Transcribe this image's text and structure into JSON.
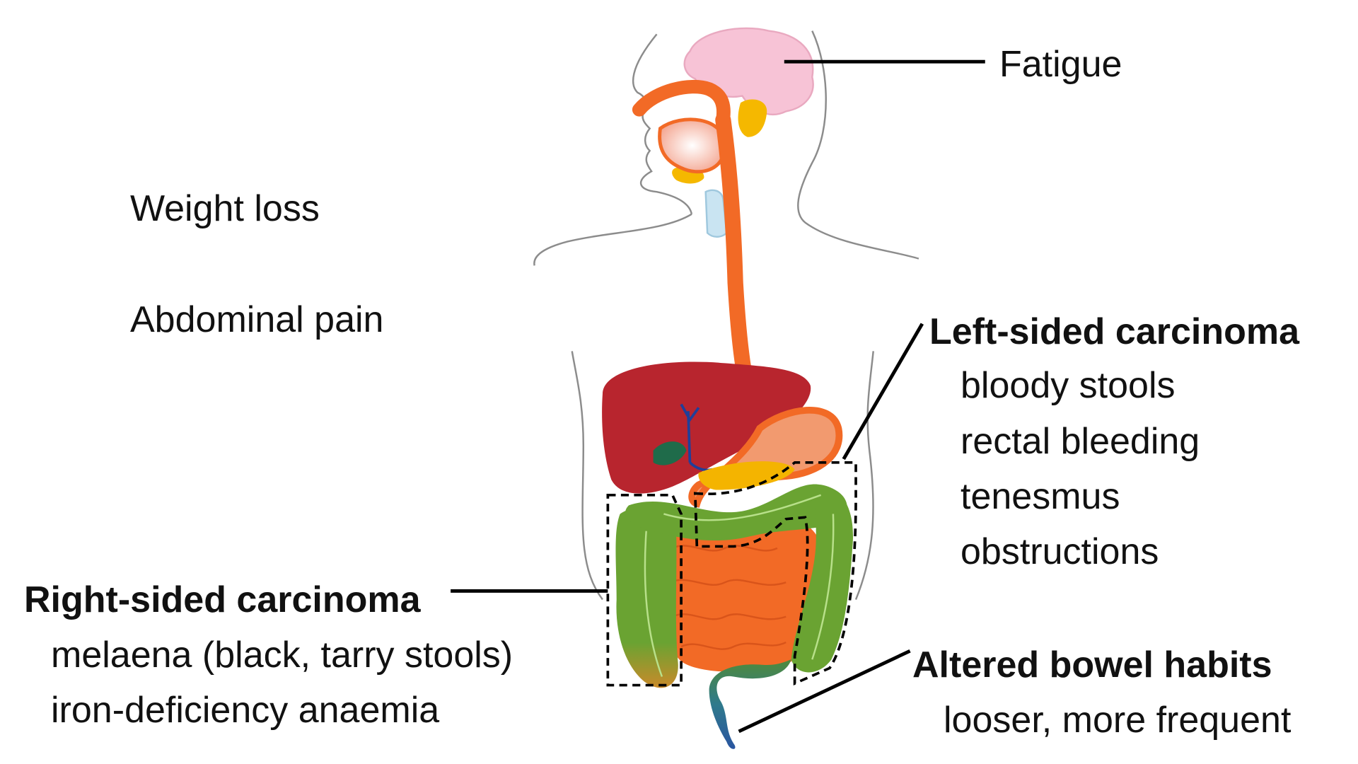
{
  "labels": {
    "fatigue": "Fatigue",
    "weight_loss": "Weight loss",
    "abdominal_pain": "Abdominal pain",
    "left_sided": {
      "title": "Left-sided carcinoma",
      "items": [
        "bloody stools",
        "rectal bleeding",
        "tenesmus",
        "obstructions"
      ]
    },
    "right_sided": {
      "title": "Right-sided carcinoma",
      "items": [
        "melaena (black, tarry stools)",
        "iron-deficiency anaemia"
      ]
    },
    "altered_bowel": {
      "title": "Altered bowel habits",
      "items": [
        "looser, more frequent"
      ]
    }
  },
  "colors": {
    "outline": "#8c8c8c",
    "brain": "#f7c3d6",
    "gi_tract": "#f26a26",
    "liver": "#b8252e",
    "large_intestine": "#6aa332",
    "small_intestine": "#f26a26",
    "gland": "#f4b400",
    "rectum": "#2a6f9c",
    "leader": "#000000"
  }
}
